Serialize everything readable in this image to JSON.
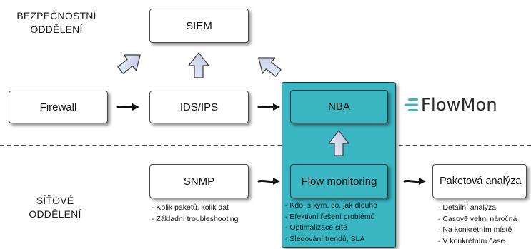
{
  "sections": {
    "security": [
      "BEZPEČNOSTNÍ",
      "ODDĚLENÍ"
    ],
    "network": [
      "SÍŤOVÉ",
      "ODDĚLENÍ"
    ]
  },
  "nodes": {
    "siem": "SIEM",
    "firewall": "Firewall",
    "ids_ips": "IDS/IPS",
    "nba": "NBA",
    "snmp": "SNMP",
    "flow_monitoring": "Flow monitoring",
    "packet_analysis": "Paketová analýza"
  },
  "notes": {
    "snmp": [
      "- Kolik paketů, kolik dat",
      "- Základní troubleshooting"
    ],
    "flow_monitoring": [
      "- Kdo, s kým, co, jak dlouho",
      "- Efektivní řešení problémů",
      "- Optimalizace sítě",
      "- Sledování trendů, SLA"
    ],
    "packet_analysis": [
      "- Detailní analýza",
      "- Časově velmi náročná",
      "- Na konkrétním místě",
      "- V konkrétním čase"
    ]
  },
  "logo": {
    "text": "FlowMon",
    "icon": "flowmon-lines-icon",
    "color": "#3ab6c3"
  }
}
